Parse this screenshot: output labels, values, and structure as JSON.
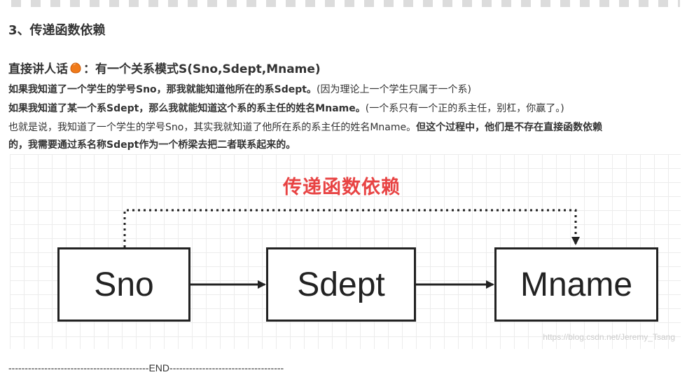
{
  "heading3": "3、传递函数依赖",
  "heading4": {
    "prefix": "直接讲人话",
    "suffix": "：有一个关系模式S(Sno,Sdept,Mname)"
  },
  "para1": {
    "bold": "如果我知道了一个学生的学号Sno，那我就能知道他所在的系Sdept。",
    "normal": "(因为理论上一个学生只属于一个系)"
  },
  "para2": {
    "bold": "如果我知道了某一个系Sdept，那么我就能知道这个系的系主任的姓名Mname。",
    "normal": "(一个系只有一个正的系主任，别杠，你赢了。)"
  },
  "para3": {
    "normal": "也就是说，我知道了一个学生的学号Sno，其实我就知道了他所在系的系主任的姓名Mname。",
    "bold": "但这个过程中，他们是不存在直接函数依赖"
  },
  "para4": {
    "bold": "的，我需要通过系名称Sdept作为一个桥梁去把二者联系起来的。"
  },
  "diagram": {
    "title": "传递函数依赖",
    "box_sno": "Sno",
    "box_sdept": "Sdept",
    "box_mname": "Mname",
    "watermark": "https://blog.csdn.net/Jeremy_Tsang",
    "title_color": "#e84343"
  },
  "end_line": "-------------------------------------------END-----------------------------------",
  "icons": {
    "emoji": "orange-blob-emoji-icon"
  }
}
